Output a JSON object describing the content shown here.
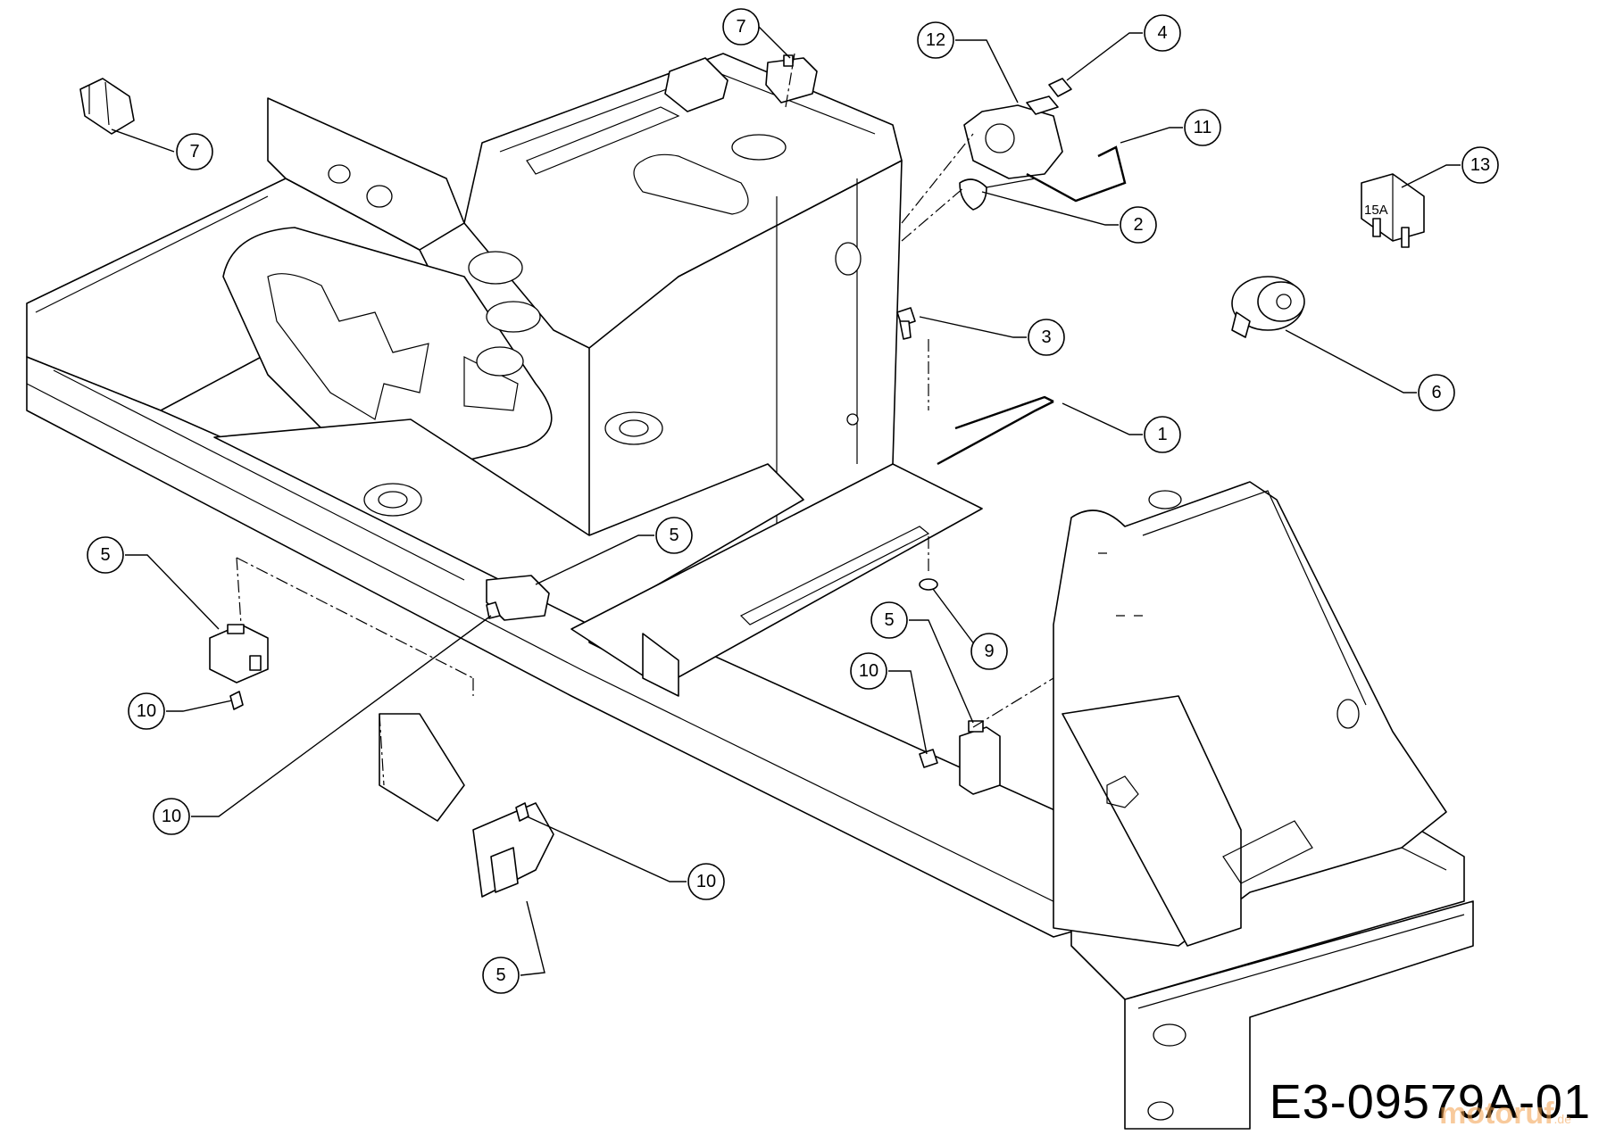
{
  "drawing_code": "E3-09579A-01",
  "watermark": {
    "brand": "motoruf",
    "suffix": ".de"
  },
  "fuse_rating": "15A",
  "callouts": [
    {
      "id": "c7a",
      "label": "7"
    },
    {
      "id": "c7b",
      "label": "7"
    },
    {
      "id": "c12",
      "label": "12"
    },
    {
      "id": "c4",
      "label": "4"
    },
    {
      "id": "c11",
      "label": "11"
    },
    {
      "id": "c2",
      "label": "2"
    },
    {
      "id": "c13",
      "label": "13"
    },
    {
      "id": "c3",
      "label": "3"
    },
    {
      "id": "c6",
      "label": "6"
    },
    {
      "id": "c1",
      "label": "1"
    },
    {
      "id": "c5a",
      "label": "5"
    },
    {
      "id": "c5b",
      "label": "5"
    },
    {
      "id": "c5c",
      "label": "5"
    },
    {
      "id": "c5d",
      "label": "5"
    },
    {
      "id": "c9",
      "label": "9"
    },
    {
      "id": "c10a",
      "label": "10"
    },
    {
      "id": "c10b",
      "label": "10"
    },
    {
      "id": "c10c",
      "label": "10"
    },
    {
      "id": "c10d",
      "label": "10"
    }
  ]
}
